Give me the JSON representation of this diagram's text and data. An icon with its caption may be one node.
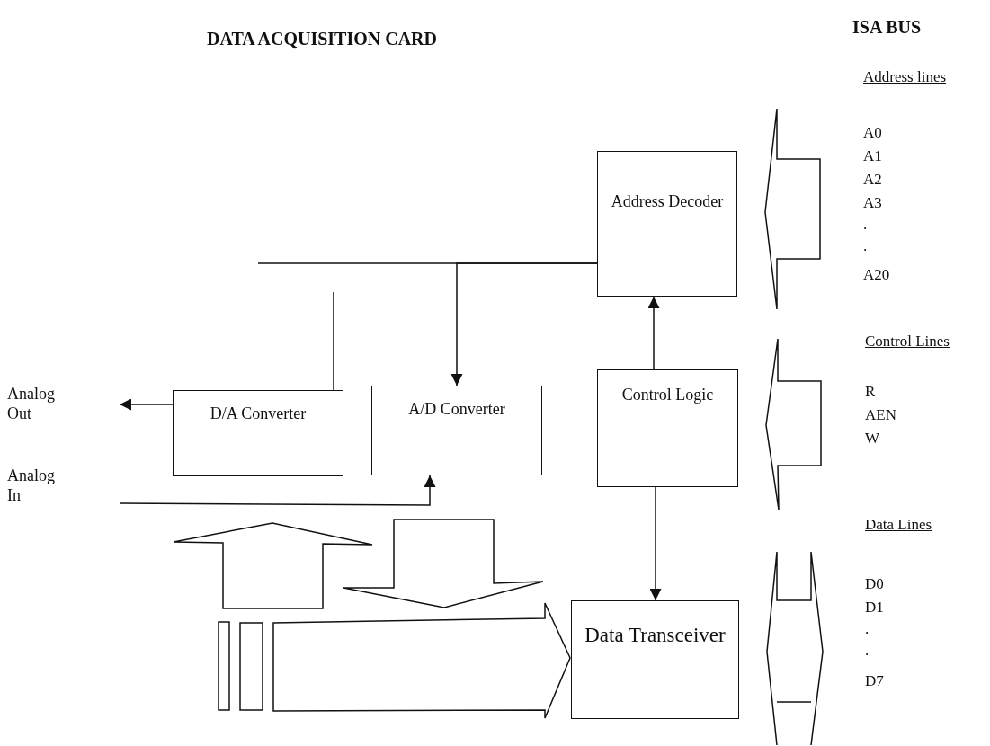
{
  "diagram": {
    "title": "DATA ACQUISITION CARD",
    "nodes": [
      {
        "text": [
          "Address Decoder"
        ]
      },
      {
        "text": [
          "Control Logic"
        ]
      },
      {
        "text": [
          "D/A Converter"
        ]
      },
      {
        "text": [
          "A/D Converter"
        ]
      },
      {
        "text": [
          "Data Transceiver"
        ]
      },
      {
        "text": [
          "Analog Out"
        ]
      },
      {
        "text": [
          "Analog In"
        ]
      }
    ],
    "edges": [
      {
        "from": 0,
        "to": null,
        "arrow": "none"
      },
      {
        "from": 0,
        "to": 3,
        "arrow": "to"
      },
      {
        "from": 1,
        "to": 0,
        "arrow": "to"
      },
      {
        "from": 1,
        "to": 4,
        "arrow": "to"
      },
      {
        "from": 2,
        "to": 5,
        "arrow": "to"
      },
      {
        "from": 6,
        "to": 3,
        "arrow": "to"
      },
      {
        "from": 2,
        "to": null,
        "arrow": "none"
      }
    ],
    "labels": [
      "ISA BUS",
      "Address lines",
      "A0",
      "A1",
      "A2",
      "A3",
      ".",
      ".",
      "A20",
      "Control Lines",
      "R",
      "AEN",
      "W",
      "Data Lines",
      "D0",
      "D1",
      ".",
      ".",
      "D7"
    ]
  }
}
